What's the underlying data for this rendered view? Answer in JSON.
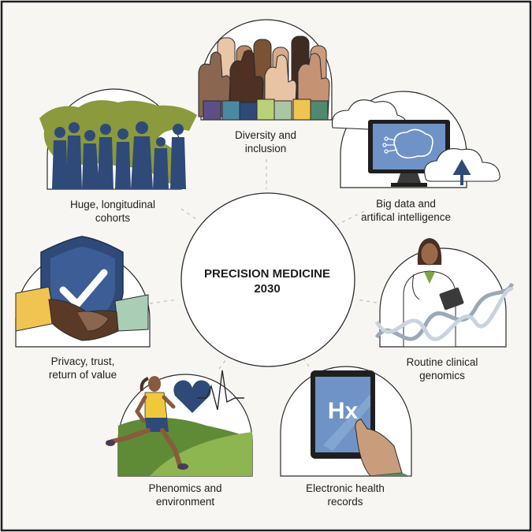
{
  "center": {
    "line1": "PRECISION MEDICINE",
    "line2": "2030"
  },
  "themes": [
    {
      "lines": [
        "Diversity and",
        "inclusion"
      ]
    },
    {
      "lines": [
        "Big data and",
        "artifical intelligence"
      ]
    },
    {
      "lines": [
        "Routine clinical",
        "genomics"
      ]
    },
    {
      "lines": [
        "Electronic health",
        "records"
      ]
    },
    {
      "lines": [
        "Phenomics and",
        "environment"
      ]
    },
    {
      "lines": [
        "Privacy, trust,",
        "return of value"
      ]
    },
    {
      "lines": [
        "Huge, longitudinal",
        "cohorts"
      ]
    }
  ],
  "tablet_glyph": "Hx",
  "colors": {
    "background": "#f7f6f2",
    "frame": "#1f1f1f",
    "navy": "#2f4a78",
    "olive": "#8a9a3c",
    "grass": "#7aa646",
    "screen": "#6f93c6",
    "heart": "#2f4a78",
    "jersey": "#f0c93a",
    "sleeve_yellow": "#f0c450",
    "sleeve_teal": "#a9cdb5"
  }
}
